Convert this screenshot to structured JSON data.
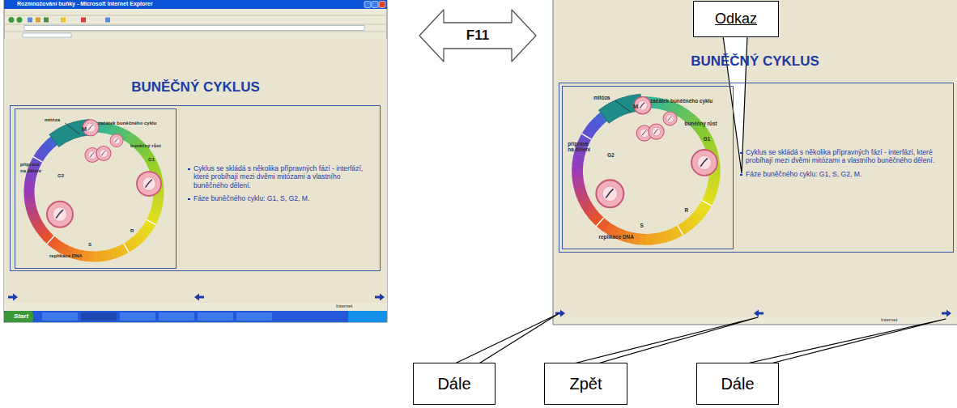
{
  "diagram": {
    "nodes": [
      {
        "text": [
          "Rozmnožování buňky - Microsoft Internet Explorer",
          "BUNĚČNÝ CYKLUS",
          "Internet",
          "Start"
        ]
      },
      {
        "text": [
          "Cyklus se skládá s několika přípravných fází - interfází, které probíhají mezi dvěmi mitózami a vlastního buněčného dělení.",
          "Fáze buněčného cyklu: G1, S, G2, M."
        ],
        "in": 0
      },
      {
        "text": [
          "mitóza",
          "M",
          "začátek buněčného cyklu",
          "buněčný růst",
          "G1",
          "příprava na dělení",
          "G2",
          "R",
          "S",
          "replikace DNA"
        ],
        "in": 1
      },
      {
        "text": [
          "F11"
        ]
      },
      {
        "text": [
          "BUNĚČNÝ CYKLUS",
          "Internet"
        ]
      },
      {
        "text": [
          "Cyklus se skládá s několika přípravných fází - interfází, které probíhají mezi dvěmi mitózami a vlastního buněčného dělení.",
          "Fáze buněčného cyklu: G1, S, G2, M."
        ],
        "in": 4
      },
      {
        "text": [
          "mitóza",
          "M",
          "začátek buněčného cyklu",
          "buněčný růst",
          "G1",
          "příprava na dělení",
          "G2",
          "R",
          "S",
          "replikace DNA"
        ],
        "in": 5
      },
      {
        "text": [
          "Odkaz"
        ]
      },
      {
        "text": [
          "Dále"
        ]
      },
      {
        "text": [
          "Zpět"
        ]
      },
      {
        "text": [
          "Dále"
        ]
      }
    ]
  }
}
